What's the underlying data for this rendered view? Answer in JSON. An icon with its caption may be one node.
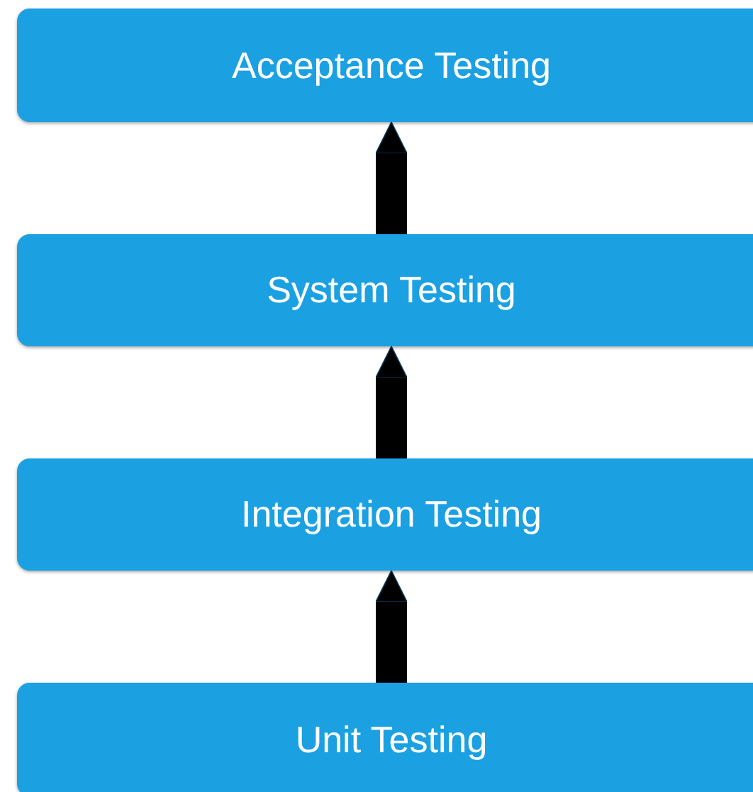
{
  "diagram": {
    "nodes": [
      {
        "text": [
          "Acceptance Testing"
        ]
      },
      {
        "text": [
          "System Testing"
        ]
      },
      {
        "text": [
          "Integration Testing"
        ]
      },
      {
        "text": [
          "Unit Testing"
        ]
      }
    ],
    "edges": [
      {
        "from": 1,
        "to": 0,
        "arrow": "to"
      },
      {
        "from": 2,
        "to": 1,
        "arrow": "to"
      },
      {
        "from": 3,
        "to": 2,
        "arrow": "to"
      }
    ]
  }
}
